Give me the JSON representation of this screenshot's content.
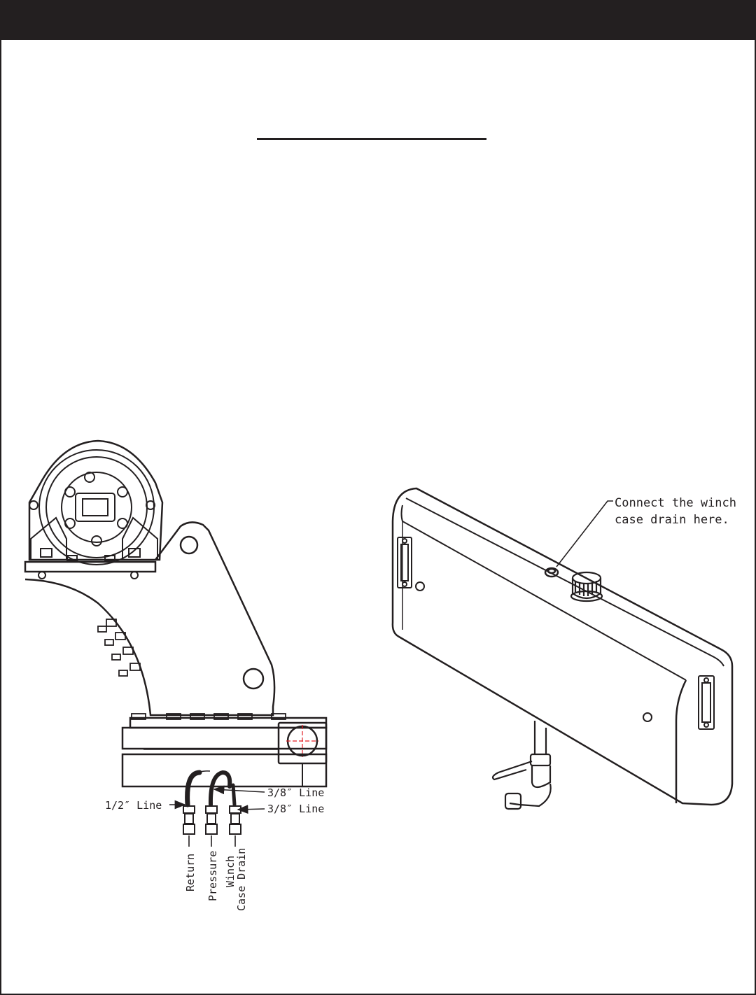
{
  "winch_assembly": {
    "line_half_inch": "1/2″ Line",
    "line_3_8_upper": "3/8″ Line",
    "line_3_8_lower": "3/8″ Line",
    "port_return": "Return",
    "port_pressure": "Pressure",
    "port_winch_line1": "Winch",
    "port_winch_line2": "Case Drain"
  },
  "reservoir": {
    "callout_line1": "Connect the winch",
    "callout_line2": "case drain here."
  },
  "colors": {
    "ink": "#231f20",
    "center_mark": "#e31e24"
  }
}
